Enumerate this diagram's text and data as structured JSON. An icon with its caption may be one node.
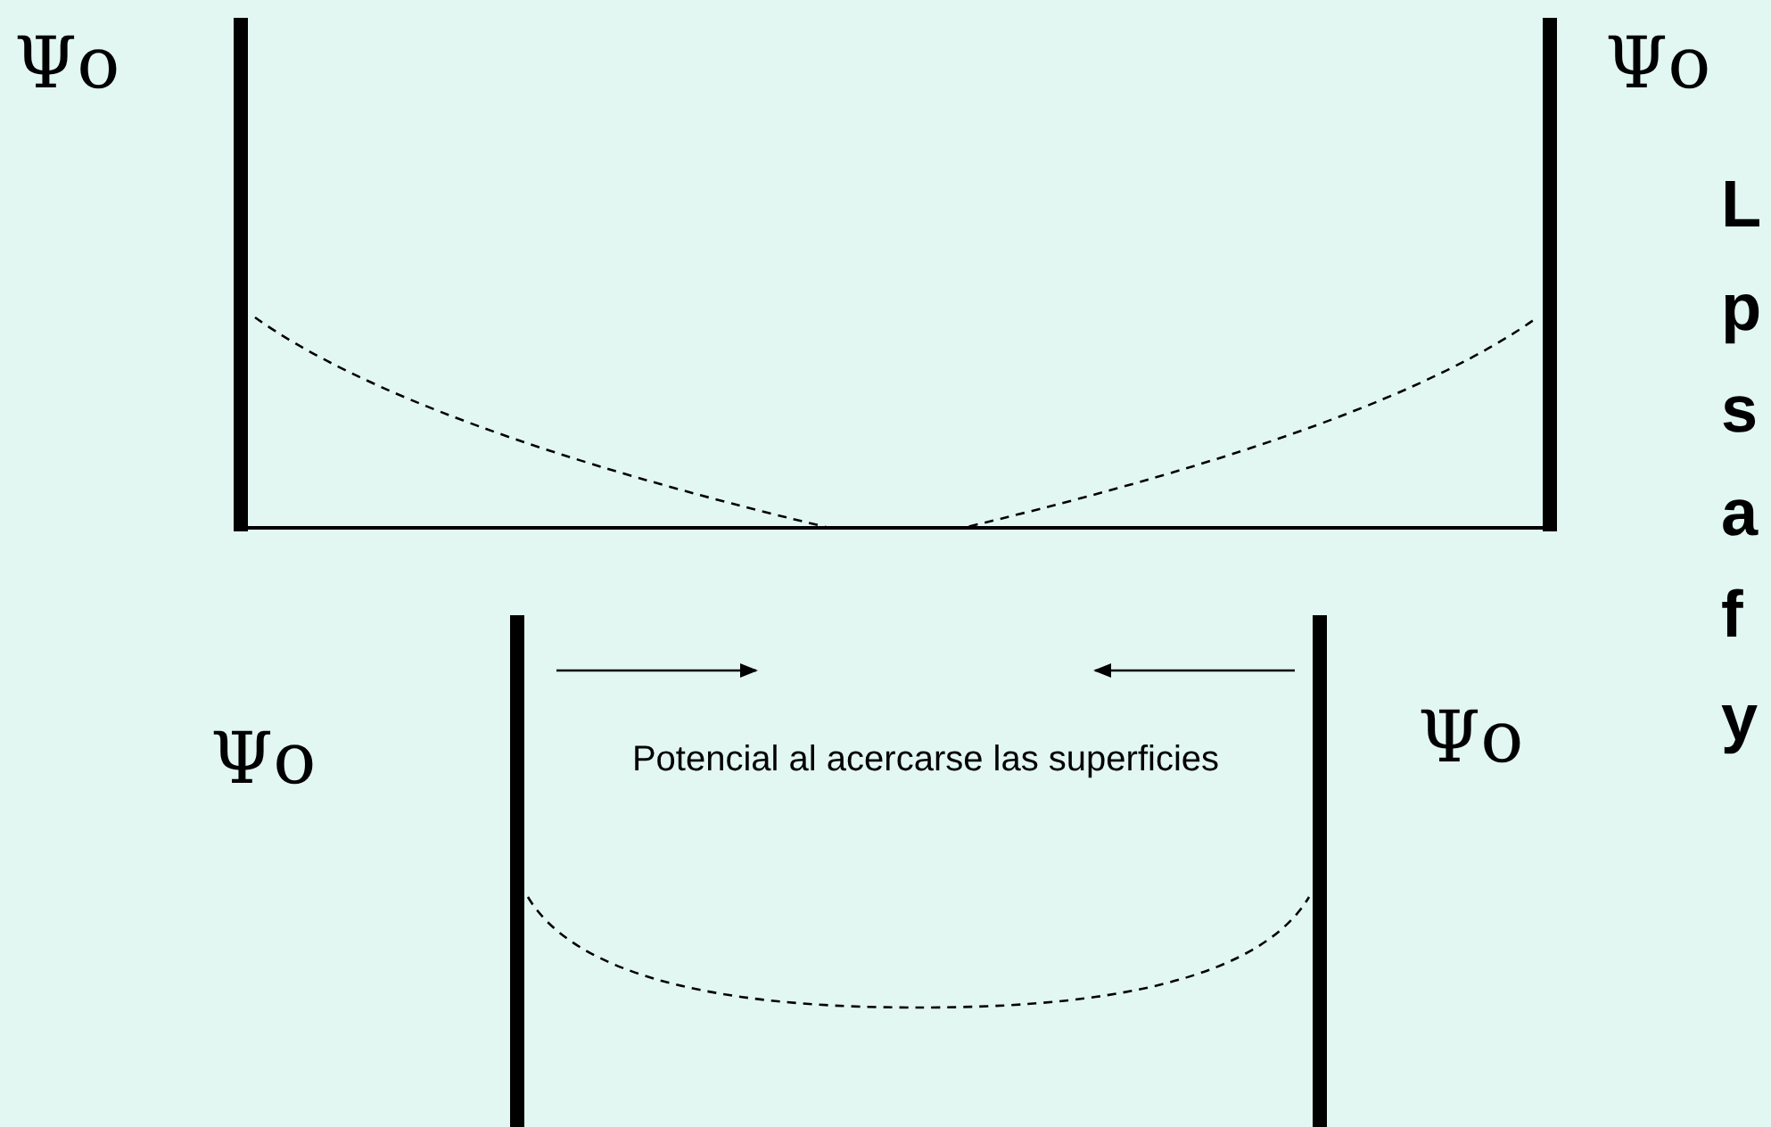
{
  "diagram": {
    "labels": [
      "Ψo",
      "Ψo",
      "L p s a f y",
      "Ψo",
      "Potencial al acercarse las superficies",
      "Ψo"
    ]
  }
}
